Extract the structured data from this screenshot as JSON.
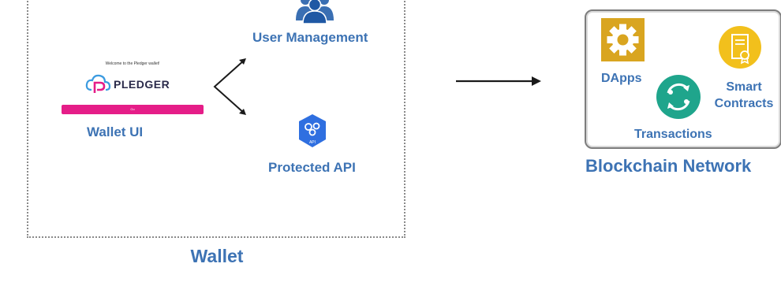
{
  "wallet": {
    "title": "Wallet",
    "ui": {
      "welcome_text": "Welcome to the Pledger wallet!",
      "logo_text": "PLEDGER",
      "button_text": "Go",
      "label": "Wallet UI"
    },
    "user_management": {
      "label": "User Management",
      "icon": "users-icon"
    },
    "protected_api": {
      "label": "Protected API",
      "icon": "api-hexagon-icon",
      "icon_text": "API"
    }
  },
  "blockchain": {
    "title": "Blockchain Network",
    "dapps": {
      "label": "DApps",
      "icon": "gear-icon"
    },
    "smart_contracts": {
      "label_line1": "Smart",
      "label_line2": "Contracts",
      "icon": "certificate-icon"
    },
    "transactions": {
      "label": "Transactions",
      "icon": "exchange-icon"
    }
  },
  "colors": {
    "label_blue": "#3d73b4",
    "pledger_pink": "#e51d88",
    "dapps_gold": "#d9a520",
    "contracts_yellow": "#f2c01c",
    "tx_teal": "#1fa58c",
    "api_blue": "#2f6fe0"
  }
}
